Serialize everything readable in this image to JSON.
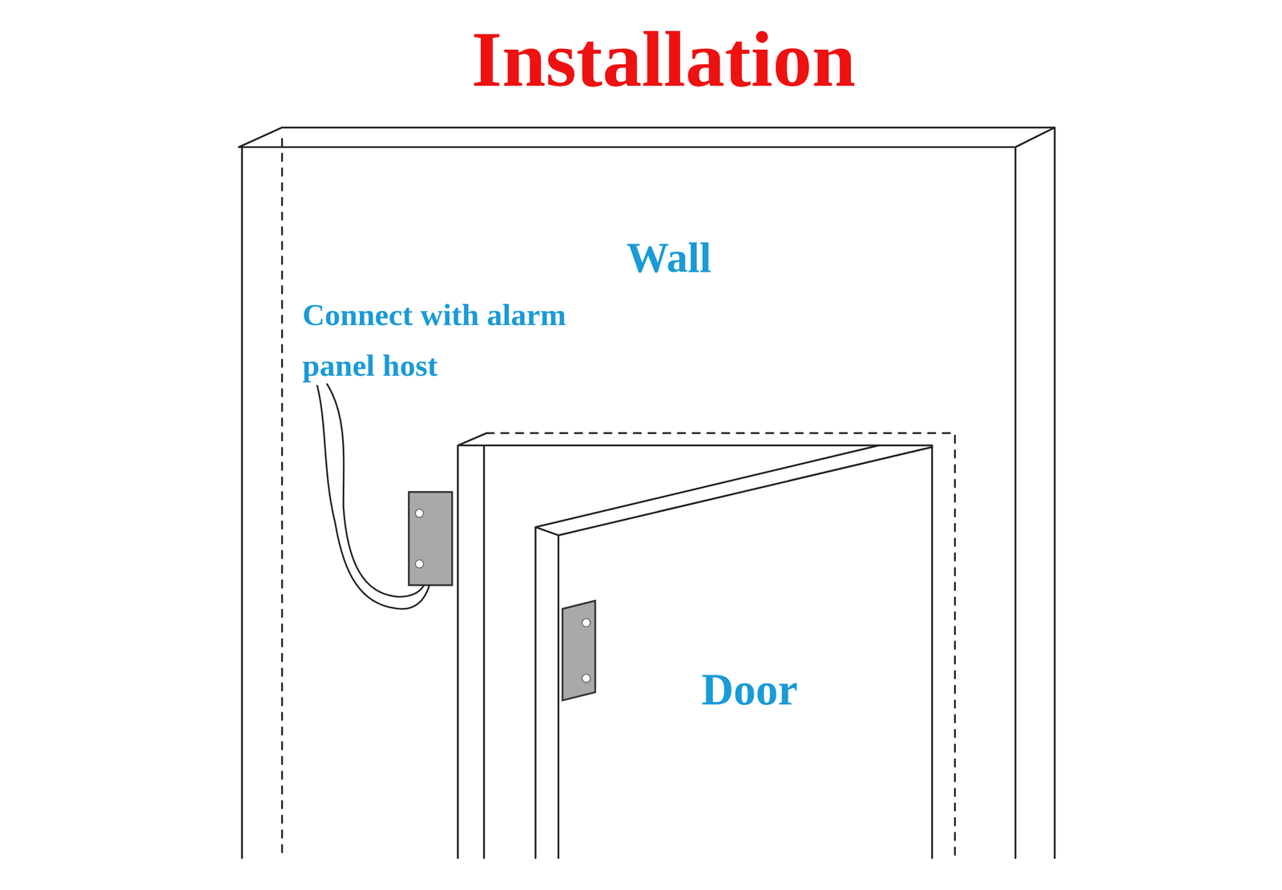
{
  "diagram": {
    "title": "Installation",
    "labels": [
      "Wall",
      "Connect with alarm panel host",
      "Door"
    ]
  }
}
